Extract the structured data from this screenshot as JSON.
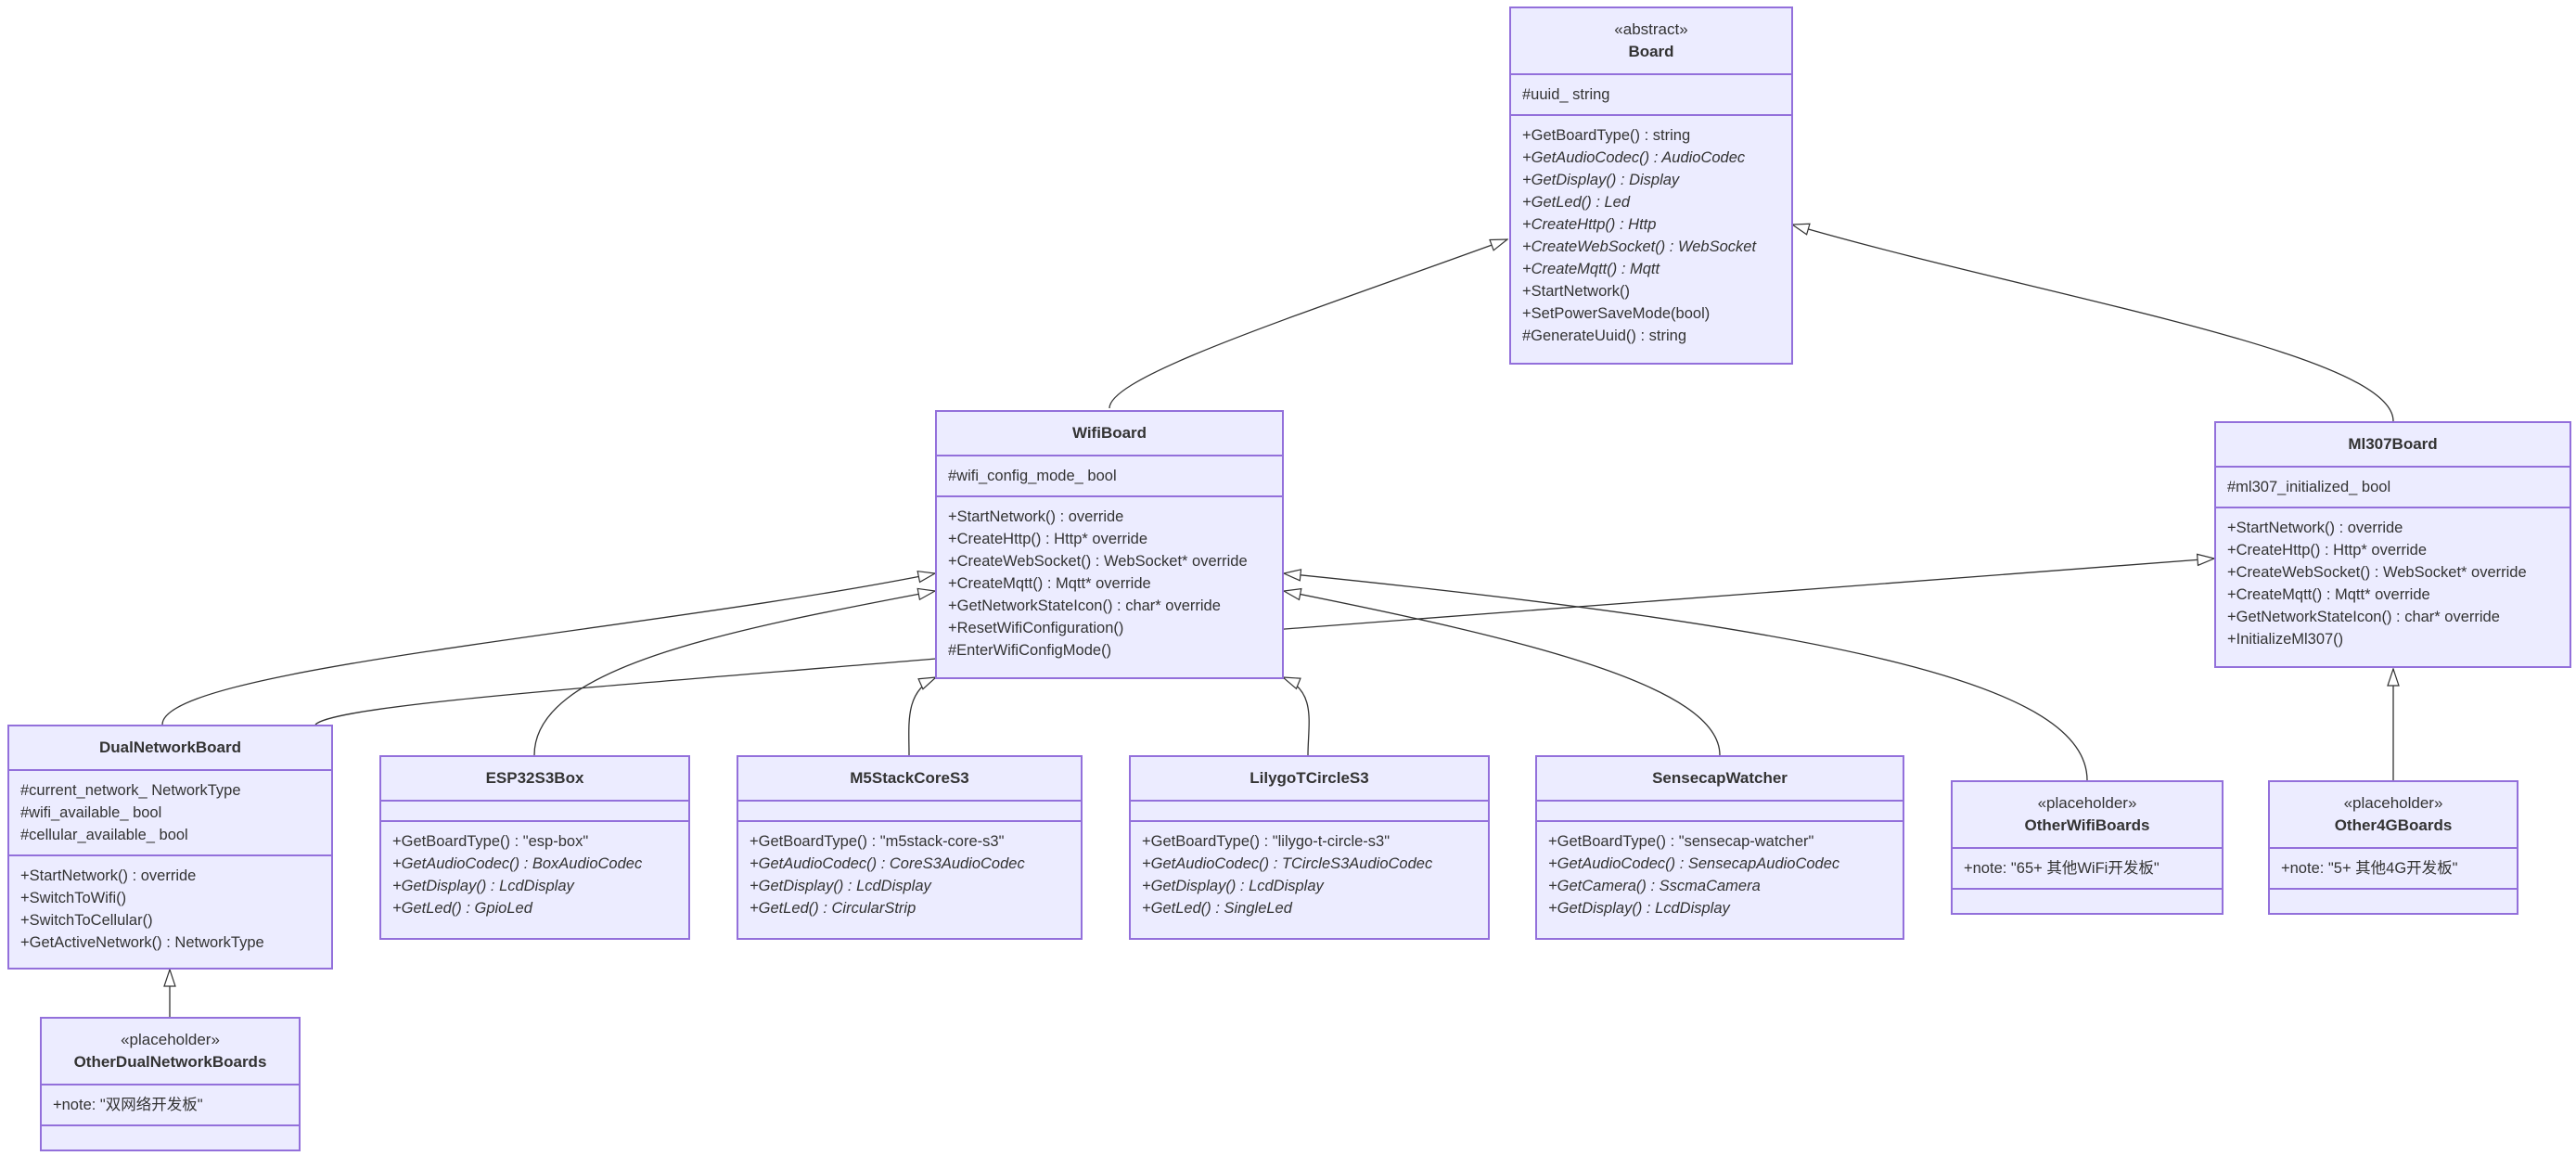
{
  "colors": {
    "fill": "#ECECFF",
    "stroke": "#9370DB",
    "edge": "#333333",
    "text": "#333333"
  },
  "classes": {
    "board": {
      "stereotype": "«abstract»",
      "name": "Board",
      "attributes": [
        {
          "text": "#uuid_ string"
        }
      ],
      "methods": [
        {
          "text": "+GetBoardType() : string"
        },
        {
          "text": "+GetAudioCodec() : AudioCodec",
          "italic": true
        },
        {
          "text": "+GetDisplay() : Display",
          "italic": true
        },
        {
          "text": "+GetLed() : Led",
          "italic": true
        },
        {
          "text": "+CreateHttp() : Http",
          "italic": true
        },
        {
          "text": "+CreateWebSocket() : WebSocket",
          "italic": true
        },
        {
          "text": "+CreateMqtt() : Mqtt",
          "italic": true
        },
        {
          "text": "+StartNetwork()"
        },
        {
          "text": "+SetPowerSaveMode(bool)"
        },
        {
          "text": "#GenerateUuid() : string"
        }
      ]
    },
    "wifiboard": {
      "name": "WifiBoard",
      "attributes": [
        {
          "text": "#wifi_config_mode_ bool"
        }
      ],
      "methods": [
        {
          "text": "+StartNetwork() : override"
        },
        {
          "text": "+CreateHttp() : Http* override"
        },
        {
          "text": "+CreateWebSocket() : WebSocket* override"
        },
        {
          "text": "+CreateMqtt() : Mqtt* override"
        },
        {
          "text": "+GetNetworkStateIcon() : char* override"
        },
        {
          "text": "+ResetWifiConfiguration()"
        },
        {
          "text": "#EnterWifiConfigMode()"
        }
      ]
    },
    "ml307board": {
      "name": "Ml307Board",
      "attributes": [
        {
          "text": "#ml307_initialized_ bool"
        }
      ],
      "methods": [
        {
          "text": "+StartNetwork() : override"
        },
        {
          "text": "+CreateHttp() : Http* override"
        },
        {
          "text": "+CreateWebSocket() : WebSocket* override"
        },
        {
          "text": "+CreateMqtt() : Mqtt* override"
        },
        {
          "text": "+GetNetworkStateIcon() : char* override"
        },
        {
          "text": "+InitializeMl307()"
        }
      ]
    },
    "dualnetworkboard": {
      "name": "DualNetworkBoard",
      "attributes": [
        {
          "text": "#current_network_ NetworkType"
        },
        {
          "text": "#wifi_available_ bool"
        },
        {
          "text": "#cellular_available_ bool"
        }
      ],
      "methods": [
        {
          "text": "+StartNetwork() : override"
        },
        {
          "text": "+SwitchToWifi()"
        },
        {
          "text": "+SwitchToCellular()"
        },
        {
          "text": "+GetActiveNetwork() : NetworkType"
        }
      ]
    },
    "esp32s3box": {
      "name": "ESP32S3Box",
      "attributes": [],
      "methods": [
        {
          "text": "+GetBoardType() : \"esp-box\""
        },
        {
          "text": "+GetAudioCodec() : BoxAudioCodec",
          "italic": true
        },
        {
          "text": "+GetDisplay() : LcdDisplay",
          "italic": true
        },
        {
          "text": "+GetLed() : GpioLed",
          "italic": true
        }
      ]
    },
    "m5stackcores3": {
      "name": "M5StackCoreS3",
      "attributes": [],
      "methods": [
        {
          "text": "+GetBoardType() : \"m5stack-core-s3\""
        },
        {
          "text": "+GetAudioCodec() : CoreS3AudioCodec",
          "italic": true
        },
        {
          "text": "+GetDisplay() : LcdDisplay",
          "italic": true
        },
        {
          "text": "+GetLed() : CircularStrip",
          "italic": true
        }
      ]
    },
    "lilygotcircles3": {
      "name": "LilygoTCircleS3",
      "attributes": [],
      "methods": [
        {
          "text": "+GetBoardType() : \"lilygo-t-circle-s3\""
        },
        {
          "text": "+GetAudioCodec() : TCircleS3AudioCodec",
          "italic": true
        },
        {
          "text": "+GetDisplay() : LcdDisplay",
          "italic": true
        },
        {
          "text": "+GetLed() : SingleLed",
          "italic": true
        }
      ]
    },
    "sensecapwatcher": {
      "name": "SensecapWatcher",
      "attributes": [],
      "methods": [
        {
          "text": "+GetBoardType() : \"sensecap-watcher\""
        },
        {
          "text": "+GetAudioCodec() : SensecapAudioCodec",
          "italic": true
        },
        {
          "text": "+GetCamera() : SscmaCamera",
          "italic": true
        },
        {
          "text": "+GetDisplay() : LcdDisplay",
          "italic": true
        }
      ]
    },
    "otherwifiboards": {
      "stereotype": "«placeholder»",
      "name": "OtherWifiBoards",
      "attributes": [
        {
          "text": "+note: \"65+ 其他WiFi开发板\""
        }
      ],
      "methods": []
    },
    "other4gboards": {
      "stereotype": "«placeholder»",
      "name": "Other4GBoards",
      "attributes": [
        {
          "text": "+note: \"5+ 其他4G开发板\""
        }
      ],
      "methods": []
    },
    "otherdualnetworkboards": {
      "stereotype": "«placeholder»",
      "name": "OtherDualNetworkBoards",
      "attributes": [
        {
          "text": "+note: \"双网络开发板\""
        }
      ],
      "methods": []
    }
  },
  "inheritance": [
    {
      "child": "wifiboard",
      "parent": "board"
    },
    {
      "child": "ml307board",
      "parent": "board"
    },
    {
      "child": "dualnetworkboard",
      "parent": "wifiboard"
    },
    {
      "child": "dualnetworkboard",
      "parent": "ml307board"
    },
    {
      "child": "esp32s3box",
      "parent": "wifiboard"
    },
    {
      "child": "m5stackcores3",
      "parent": "wifiboard"
    },
    {
      "child": "lilygotcircles3",
      "parent": "wifiboard"
    },
    {
      "child": "sensecapwatcher",
      "parent": "wifiboard"
    },
    {
      "child": "otherwifiboards",
      "parent": "wifiboard"
    },
    {
      "child": "other4gboards",
      "parent": "ml307board"
    },
    {
      "child": "otherdualnetworkboards",
      "parent": "dualnetworkboard"
    }
  ]
}
